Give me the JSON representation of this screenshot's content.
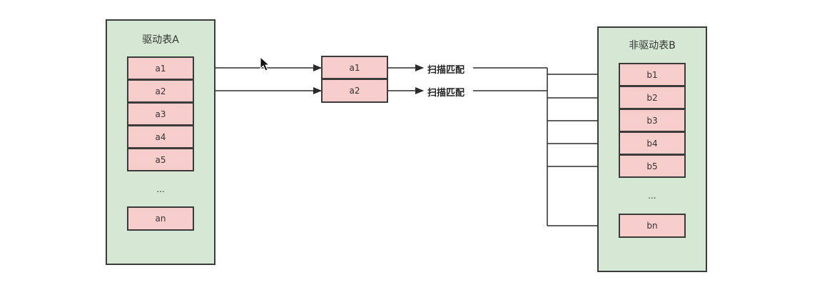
{
  "table_a": {
    "title": "驱动表A",
    "rows": [
      "a1",
      "a2",
      "a3",
      "a4",
      "a5"
    ],
    "ellipsis": "...",
    "last": "an"
  },
  "middle": {
    "rows": [
      "a1",
      "a2"
    ],
    "scan_labels": [
      "扫描匹配",
      "扫描匹配"
    ]
  },
  "table_b": {
    "title": "非驱动表B",
    "rows": [
      "b1",
      "b2",
      "b3",
      "b4",
      "b5"
    ],
    "ellipsis": "...",
    "last": "bn"
  },
  "colors": {
    "panel_fill": "#d5e8d4",
    "cell_fill": "#f8cecc",
    "stroke": "#3b3b3b"
  },
  "icons": {
    "pointer": "mouse-cursor-icon"
  }
}
